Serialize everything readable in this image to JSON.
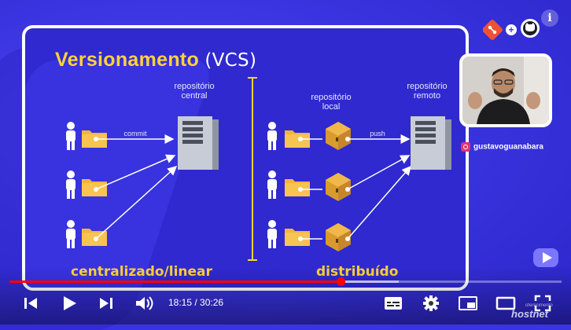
{
  "slide": {
    "title_main": "Versionamento",
    "title_suffix": "(VCS)",
    "left_server_label_line1": "repositório",
    "left_server_label_line2": "central",
    "commit_label": "commit",
    "local_label_line1": "repositório",
    "local_label_line2": "local",
    "remote_label_line1": "repositório",
    "remote_label_line2": "remoto",
    "push_label": "push",
    "bottom_left": "centralizado/linear",
    "bottom_right": "distribuído"
  },
  "presenter": {
    "handle": "gustavoguanabara"
  },
  "player": {
    "current_time": "18:15",
    "separator": " / ",
    "duration": "30:26",
    "time_display": "18:15 / 30:26",
    "progress_fraction": 0.5994,
    "buffered_fraction": 0.705,
    "accent": "#ff0000"
  },
  "overlay": {
    "info_symbol": "i",
    "watermark_small": "oferecimento",
    "watermark": "hostnet"
  },
  "colors": {
    "title_yellow": "#ffd23a",
    "background_blue": "#3b35e2",
    "folder": "#f2b53a",
    "server": "#c8ccd6"
  }
}
